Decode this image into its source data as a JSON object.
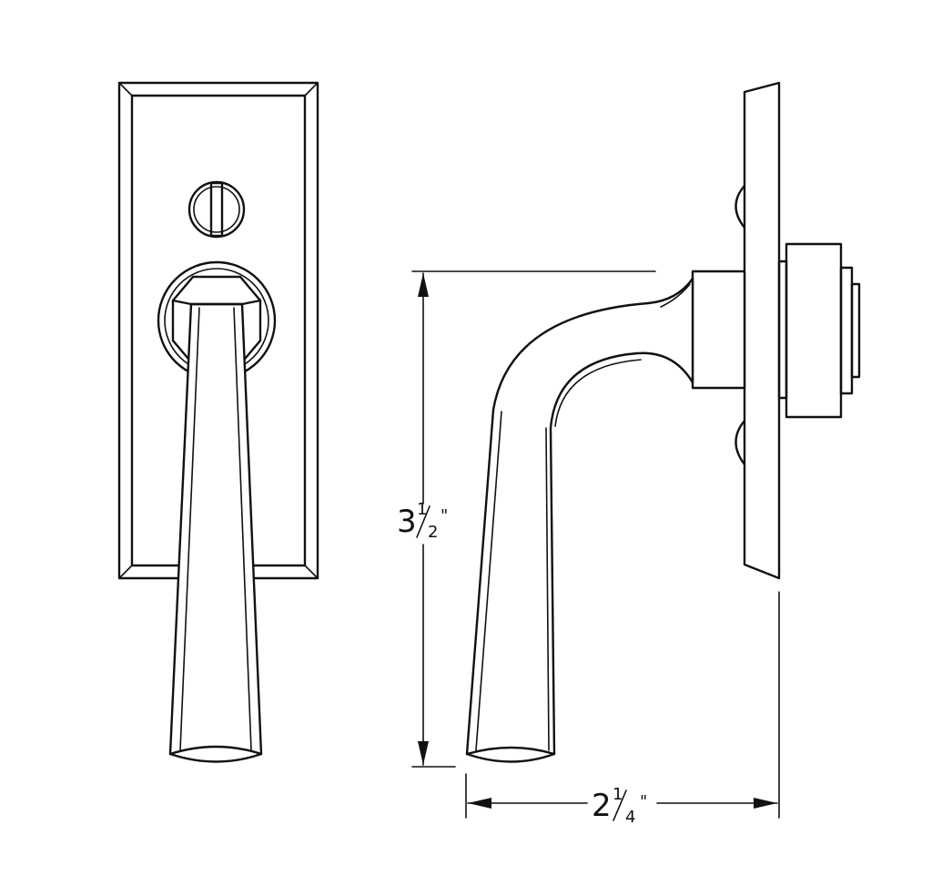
{
  "dimensions": {
    "height": {
      "whole": "3",
      "numerator": "1",
      "denominator": "2",
      "unit": "\""
    },
    "depth": {
      "whole": "2",
      "numerator": "1",
      "denominator": "4",
      "unit": "\""
    }
  },
  "line_color": "#111111",
  "background_color": "#ffffff"
}
